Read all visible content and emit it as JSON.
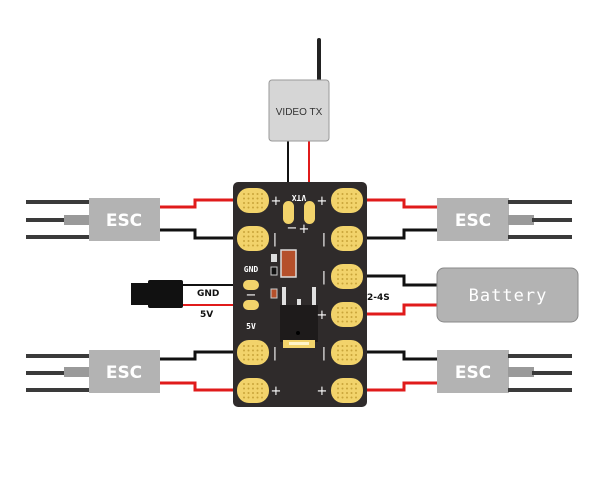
{
  "diagram": {
    "title": "Power distribution board wiring diagram",
    "colors": {
      "board": "#2f2b2b",
      "pad": "#f2d36b",
      "pad_dot": "#c9a53a",
      "positive_wire": "#e01b1b",
      "negative_wire": "#111111",
      "component_box": "#b3b3b3",
      "video_tx_box": "#d6d6d6"
    },
    "video_tx": {
      "label": "VIDEO TX"
    },
    "escs": [
      {
        "id": "esc-top-left",
        "label": "ESC"
      },
      {
        "id": "esc-top-right",
        "label": "ESC"
      },
      {
        "id": "esc-bottom-left",
        "label": "ESC"
      },
      {
        "id": "esc-bottom-right",
        "label": "ESC"
      }
    ],
    "battery": {
      "label": "Battery",
      "voltage_label": "2-4S"
    },
    "bec_output": {
      "gnd_label": "GND",
      "v5_label": "5V"
    },
    "board": {
      "vtx_silk": "VTX",
      "gnd_silk": "GND",
      "v5_silk": "5V",
      "plus": "+",
      "minus": "−",
      "bar": "|"
    }
  }
}
